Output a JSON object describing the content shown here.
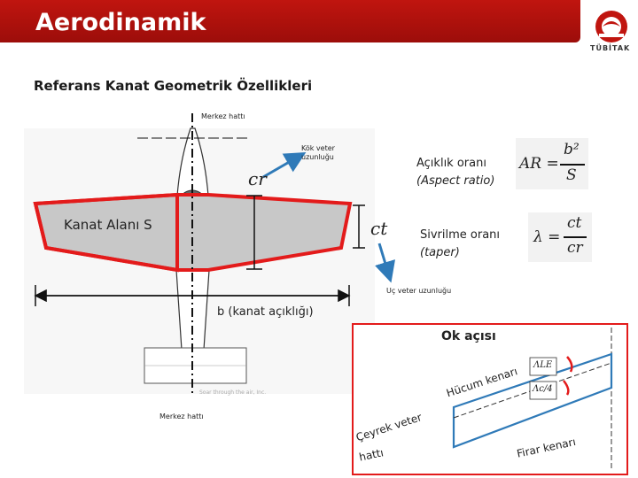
{
  "header": {
    "title": "Aerodinamik",
    "logo_text": "TÜBİTAK",
    "bar_color": "#b3120d"
  },
  "subtitle": "Referans Kanat Geometrik Özellikleri",
  "wing_figure": {
    "center_line_top": "Merkez hattı",
    "root_chord_label_1": "Kök veter",
    "root_chord_label_2": "uzunluğu",
    "cr_symbol": "cr",
    "ct_symbol": "ct",
    "wing_area_label": "Kanat Alanı S",
    "tip_chord_label": "Uç veter uzunluğu",
    "span_label": "b (kanat açıklığı)",
    "center_line_bottom": "Merkez hattı",
    "watermark": "Soar through the air, Inc."
  },
  "aspect_ratio": {
    "label": "Açıklık oranı",
    "label_en": "(Aspect ratio)",
    "formula_lhs": "AR =",
    "formula_num": "b²",
    "formula_den": "S"
  },
  "taper_ratio": {
    "label": "Sivrilme oranı",
    "label_en": "(taper)",
    "formula_lhs": "λ =",
    "formula_num": "ct",
    "formula_den": "cr"
  },
  "sweep_diagram": {
    "title": "Ok açısı",
    "leading_edge": "Hücum kenarı",
    "quarter_chord_line_1": "Çeyrek veter",
    "quarter_chord_line_2": "hattı",
    "trailing_edge": "Firar kenarı",
    "lambda_le": "ΛLE",
    "lambda_c4": "Λc/4"
  },
  "colors": {
    "accent_red": "#e31b1b",
    "wing_fill": "#c8c8c8",
    "arrow_blue": "#2f7ab8"
  }
}
